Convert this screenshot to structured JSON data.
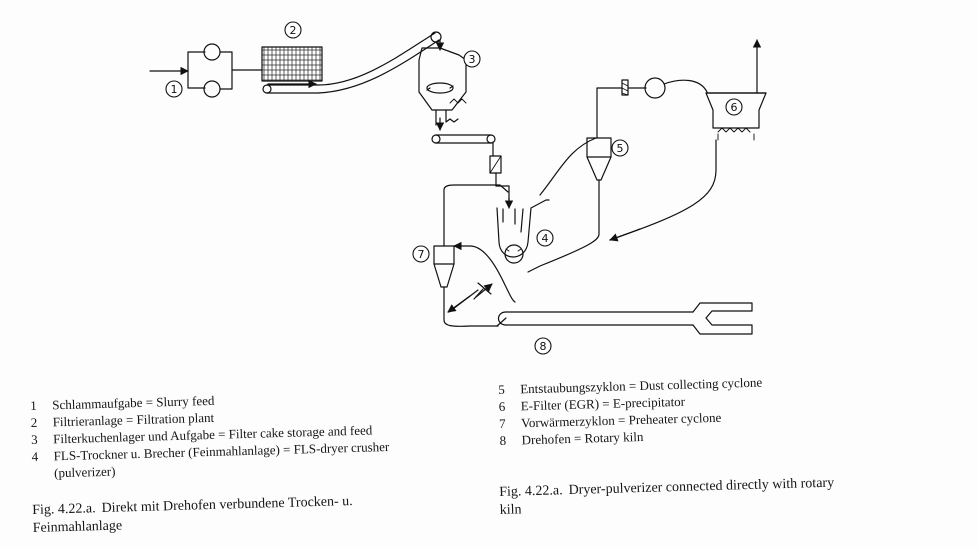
{
  "diagram": {
    "labels": [
      "1",
      "2",
      "3",
      "4",
      "5",
      "6",
      "7",
      "8"
    ]
  },
  "legend": {
    "left": [
      {
        "num": "1",
        "text": "Schlammaufgabe = Slurry feed"
      },
      {
        "num": "2",
        "text": "Filtrieranlage = Filtration plant"
      },
      {
        "num": "3",
        "text": "Filterkuchenlager und Aufgabe = Filter cake storage and feed"
      },
      {
        "num": "4",
        "text": "FLS-Trockner u. Brecher (Feinmahlanlage) = FLS-dryer crusher"
      },
      {
        "num": "",
        "text": "(pulverizer)"
      }
    ],
    "right": [
      {
        "num": "5",
        "text": "Entstaubungszyklon = Dust collecting cyclone"
      },
      {
        "num": "6",
        "text": "E-Filter (EGR) = E-precipitator"
      },
      {
        "num": "7",
        "text": "Vorwärmerzyklon = Preheater cyclone"
      },
      {
        "num": "8",
        "text": "Drehofen = Rotary kiln"
      }
    ]
  },
  "captions": {
    "german": {
      "fig_no": "Fig. 4.22.a.",
      "line1": "Direkt mit Drehofen verbundene Trocken- u.",
      "line2": "Feinmahlanlage"
    },
    "english": {
      "fig_no": "Fig. 4.22.a.",
      "line1": "Dryer-pulverizer connected directly with rotary",
      "line2": "kiln"
    }
  }
}
